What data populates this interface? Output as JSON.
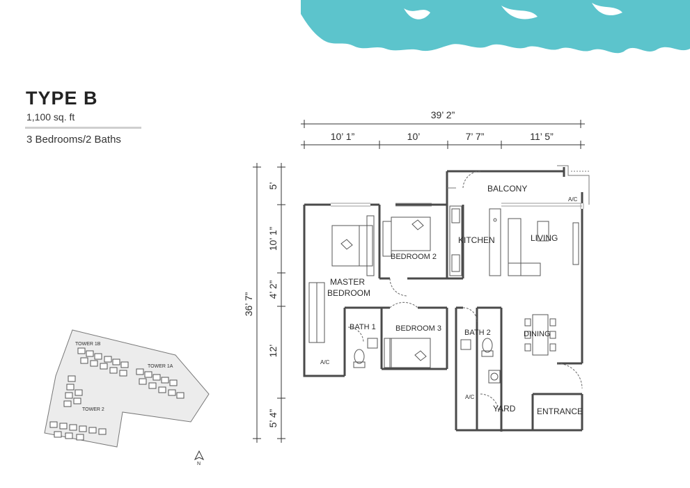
{
  "header": {
    "title": "TYPE B",
    "area": "1,100 sq. ft",
    "rooms": "3 Bedrooms/2 Baths"
  },
  "colors": {
    "accent": "#5cc4cc",
    "walls": "#4a4a4a",
    "text": "#2b2b2b"
  },
  "dimensions": {
    "total_width": "39’ 2”",
    "segments": [
      "10’ 1”",
      "10’",
      "7’ 7”",
      "11’ 5”"
    ],
    "total_depth": "36’ 7”",
    "vertical_segments": [
      "5’",
      "10’ 1”",
      "4’ 2”",
      "12’",
      "5’ 4”"
    ]
  },
  "rooms": {
    "balcony": "BALCONY",
    "ac_top": "A/C",
    "kitchen": "KITCHEN",
    "living": "LIVING",
    "bedroom2": "BEDROOM 2",
    "master_line1": "MASTER",
    "master_line2": "BEDROOM",
    "bath1": "BATH 1",
    "bedroom3": "BEDROOM 3",
    "bath2": "BATH 2",
    "dining": "DINING",
    "ac_left": "A/C",
    "ac_yard": "A/C",
    "yard": "YARD",
    "entrance": "ENTRANCE"
  },
  "site_plan": {
    "towers": [
      "TOWER 1B",
      "TOWER 1A",
      "TOWER 2"
    ],
    "north": "N"
  }
}
